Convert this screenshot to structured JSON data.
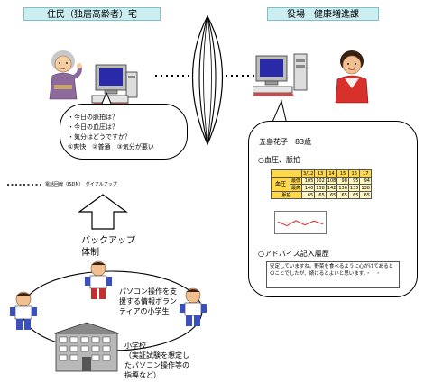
{
  "header": {
    "resident": "住民（独居高齢者）宅",
    "office": "役場　健康増進課"
  },
  "bubble_left": {
    "lines": [
      "・今日の脈拍は？",
      "・今日の血圧は？",
      "・気分はどうですか？",
      "①爽快　②普通　③気分が悪い"
    ]
  },
  "connection_label": "電話回線（ISDN）　ダイアルアップ",
  "backup": {
    "line1": "バックアップ",
    "line2": "体制"
  },
  "volunteer": {
    "line1": "パソコン操作を支",
    "line2": "援する情報ボラン",
    "line3": "ティアの小学生"
  },
  "school": {
    "line1": "小学校",
    "line2": "（実証試験を想定し",
    "line3": "たパソコン操作等の",
    "line4": "指導など）"
  },
  "record": {
    "name": "五島花子　83歳",
    "section_bp": "○血圧、脈拍",
    "section_advice": "○アドバイス記入履歴",
    "advice_text": "安定していますね。野菜を食べるように心がけてあるとのことでしたが、続けるとよいと思います。・・・"
  },
  "bp_table": {
    "dates": [
      "3/12",
      "13",
      "14",
      "15",
      "16",
      "17"
    ],
    "group_label": "血圧",
    "rows": [
      {
        "label": "最低",
        "values": [
          "105",
          "102",
          "108",
          "98",
          "95",
          "94"
        ]
      },
      {
        "label": "最高",
        "values": [
          "140",
          "138",
          "142",
          "136",
          "135",
          "138"
        ]
      },
      {
        "label": "脈拍",
        "values": [
          "65",
          "65",
          "65",
          "65",
          "65",
          "65"
        ]
      }
    ]
  },
  "chart_data": {
    "type": "line",
    "series": [
      {
        "values": [
          0.55,
          0.3,
          0.62,
          0.35,
          0.6,
          0.4
        ]
      },
      {
        "values": [
          0.5,
          0.5,
          0.5,
          0.5,
          0.5,
          0.5
        ]
      }
    ]
  },
  "colors": {
    "header_bg": "#cdeef0",
    "table_header": "#ffd84a",
    "table_cell": "#fff6c0",
    "chart_line": "#d03030"
  }
}
